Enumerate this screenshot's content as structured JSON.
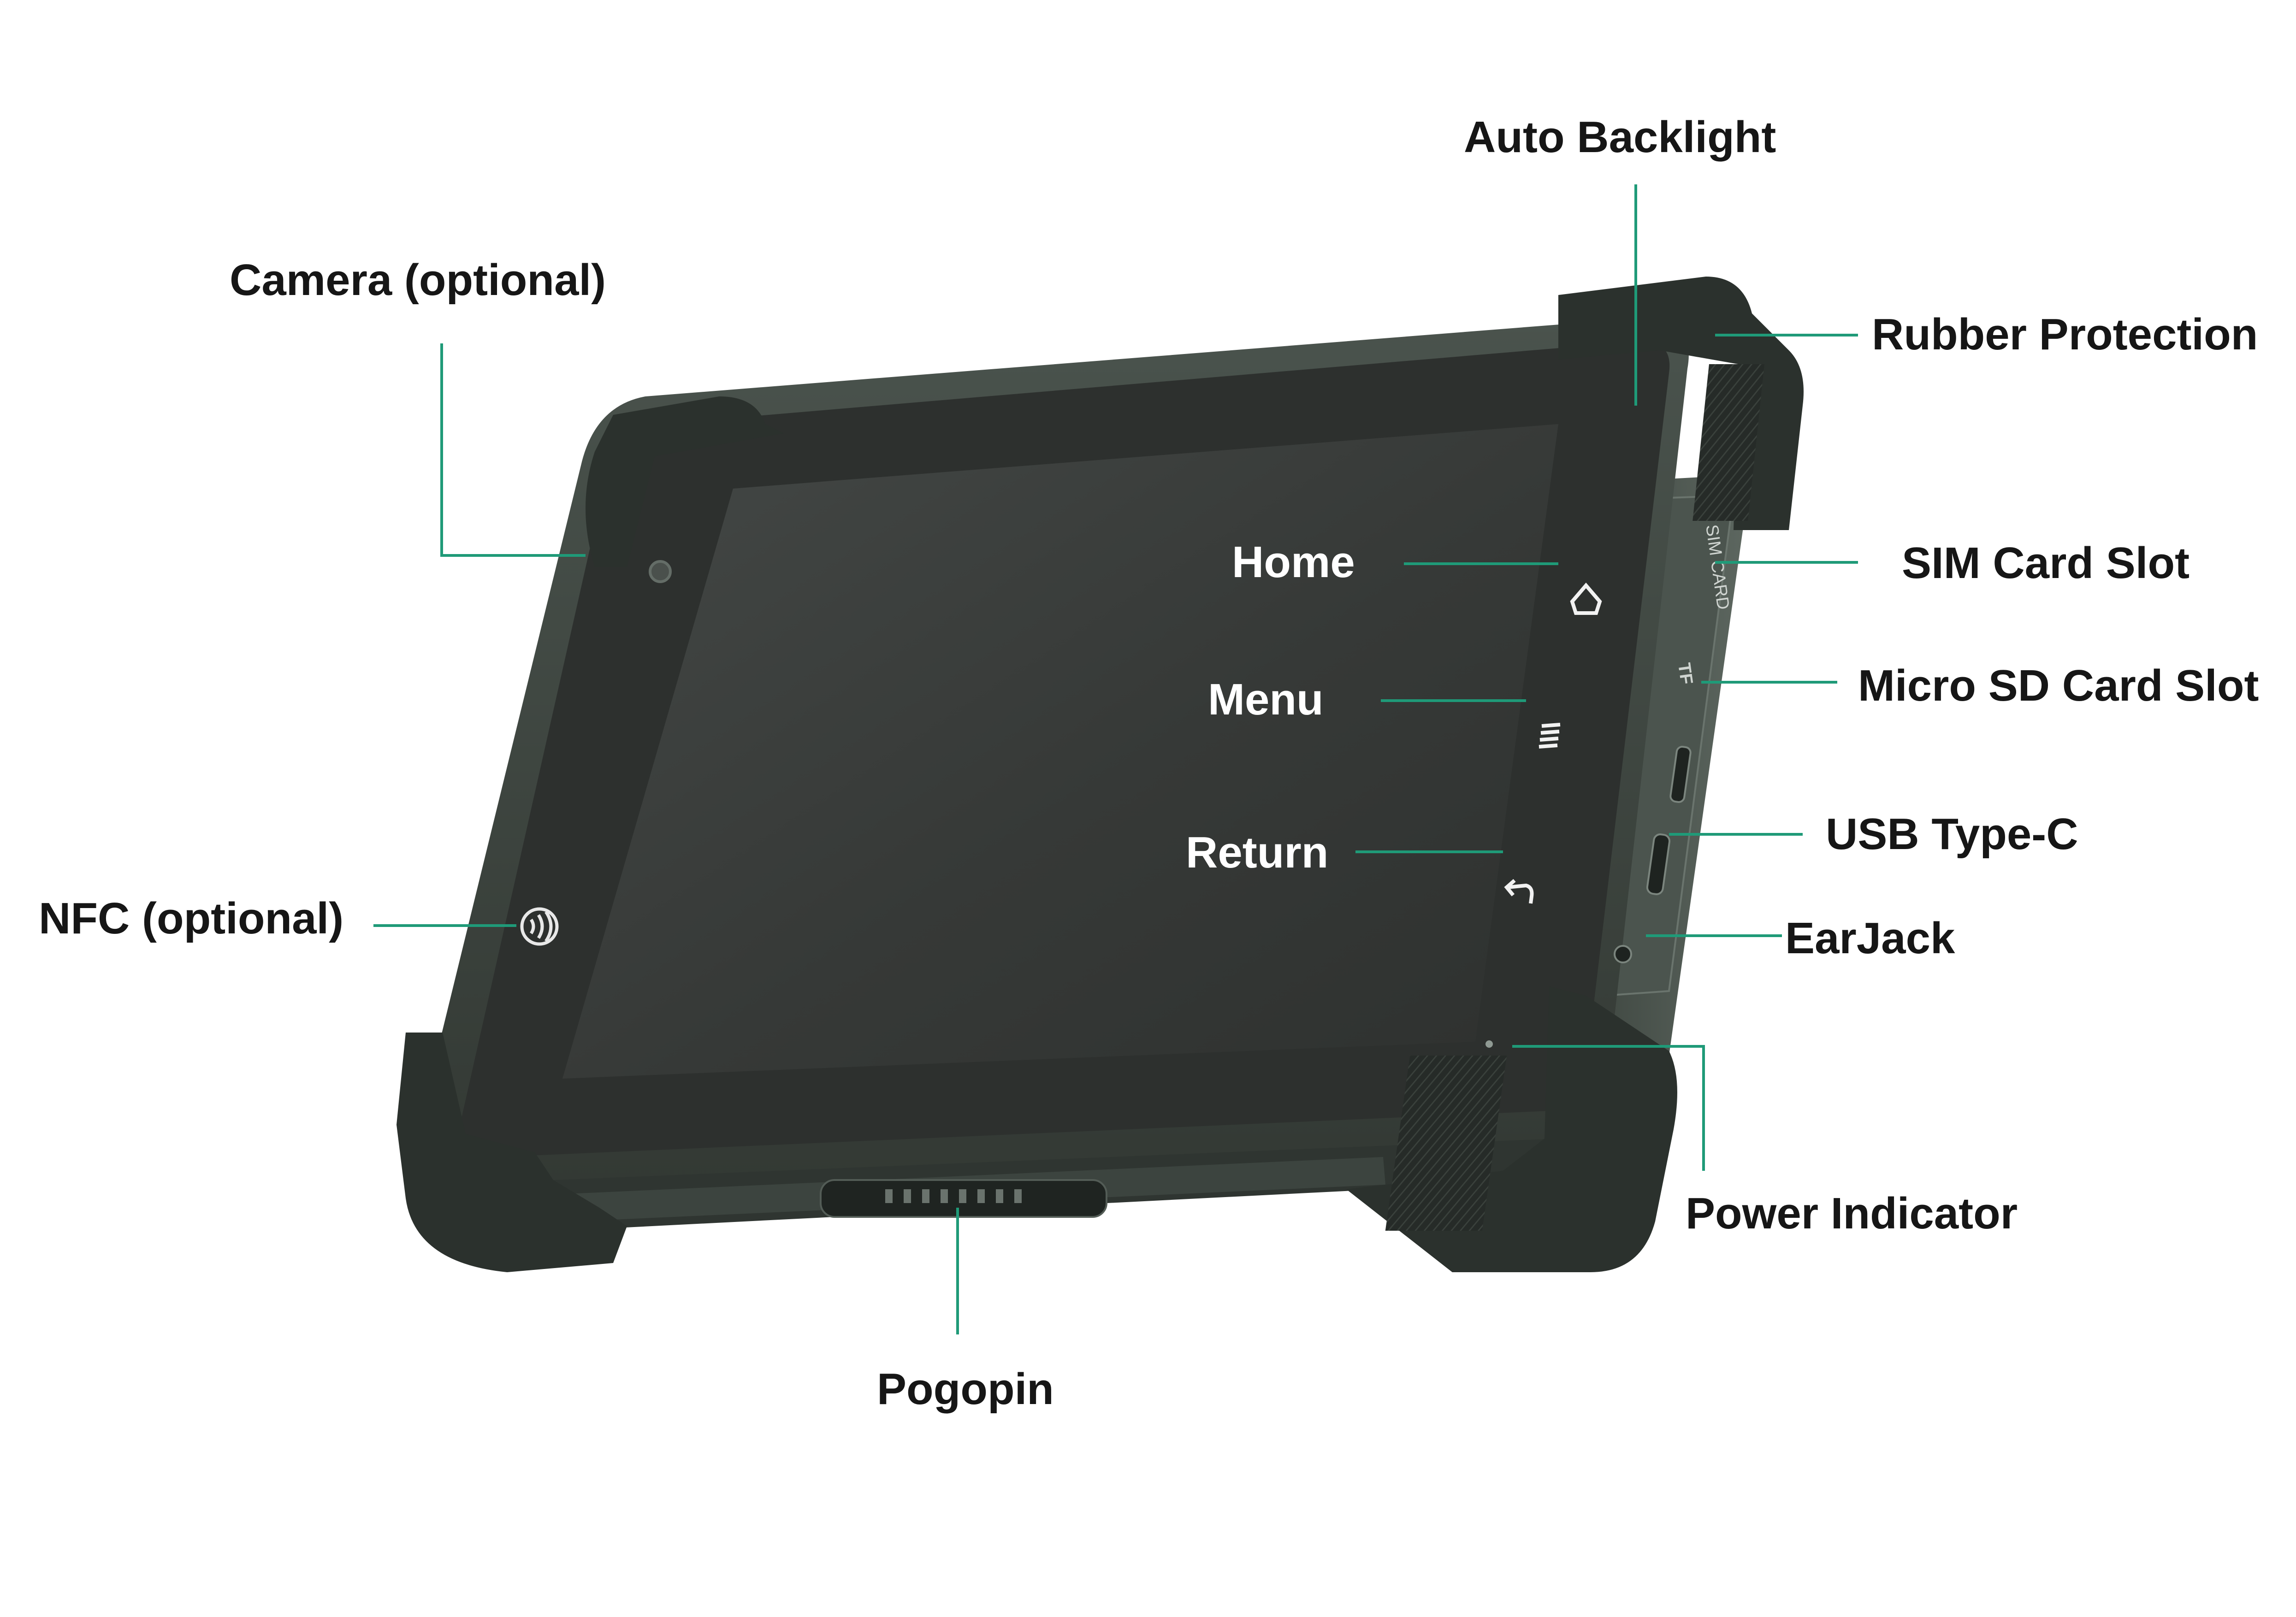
{
  "diagram": {
    "labels": {
      "auto_backlight": "Auto Backlight",
      "camera": "Camera (optional)",
      "rubber_protection": "Rubber Protection",
      "sim_card_slot": "SIM Card Slot",
      "micro_sd_card_slot": "Micro SD Card Slot",
      "usb_type_c": "USB Type-C",
      "earjack": "EarJack",
      "nfc": "NFC (optional)",
      "power_indicator": "Power Indicator",
      "pogopin": "Pogopin",
      "home": "Home",
      "menu": "Menu",
      "return": "Return"
    },
    "side_panel": {
      "sim_text": "SIM CARD",
      "sd_text": "TF"
    }
  },
  "colors": {
    "leader_line": "#1f9a78",
    "label_dark": "#161616",
    "label_on_screen": "#ffffff",
    "body": "#3b423d",
    "bumper": "#2b312d",
    "screen": "#383b39",
    "background": "#ffffff"
  },
  "icons": [
    "home-icon",
    "menu-icon",
    "return-icon",
    "nfc-icon",
    "camera-lens-icon"
  ]
}
